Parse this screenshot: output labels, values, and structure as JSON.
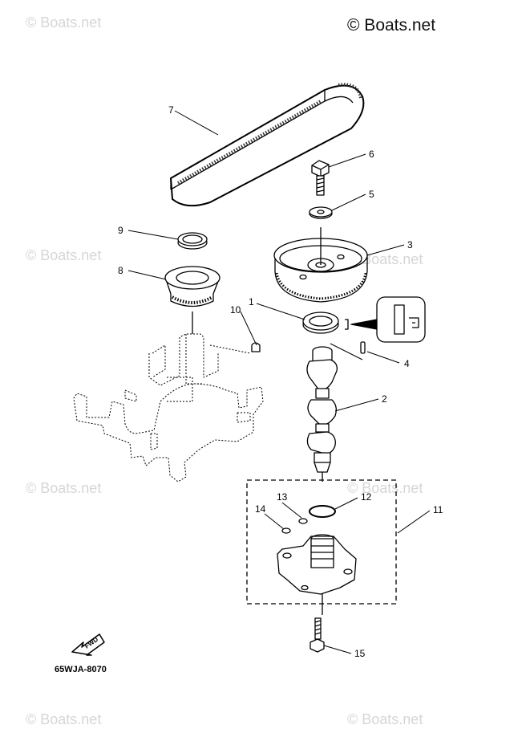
{
  "copyright": "© Boats.net",
  "watermark": "© Boats.net",
  "drawing_code": "65WJA-8070",
  "fwd_label": "FWD",
  "callouts": [
    "1",
    "2",
    "3",
    "4",
    "5",
    "6",
    "7",
    "8",
    "9",
    "10",
    "11",
    "12",
    "13",
    "14",
    "15"
  ]
}
